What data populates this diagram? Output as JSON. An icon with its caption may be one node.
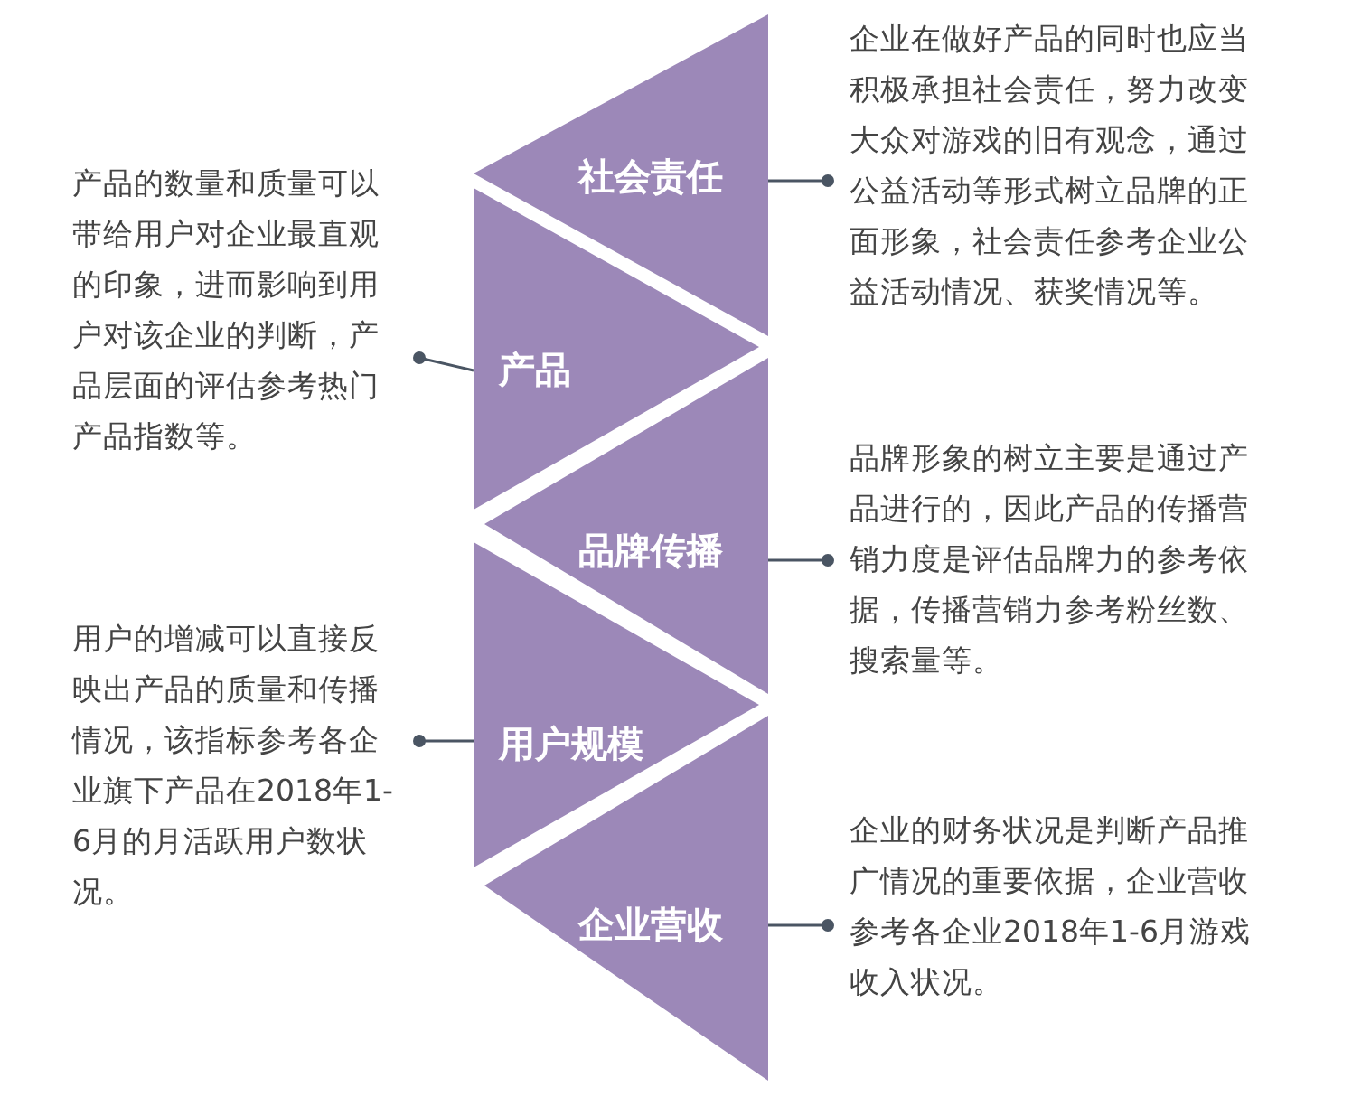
{
  "diagram": {
    "nodes": [
      {
        "text": [
          "社会责任"
        ]
      },
      {
        "text": [
          "产品"
        ]
      },
      {
        "text": [
          "品牌传播"
        ]
      },
      {
        "text": [
          "用户规模"
        ]
      },
      {
        "text": [
          "企业营收"
        ]
      },
      {
        "text": [
          "企业在做好产品的同时也应当积极承担社会责任，努力改变大众对游戏的旧有观念，通过公益活动等形式树立品牌的正面形象，社会责任参考企业公益活动情况、获奖情况等。"
        ]
      },
      {
        "text": [
          "产品的数量和质量可以带给用户对企业最直观的印象，进而影响到用户对该企业的判断，产品层面的评估参考热门产品指数等。"
        ]
      },
      {
        "text": [
          "品牌形象的树立主要是通过产品进行的，因此产品的传播营销力度是评估品牌力的参考依据，传播营销力参考粉丝数、搜索量等。"
        ]
      },
      {
        "text": [
          "用户的增减可以直接反映出产品的质量和传播情况，该指标参考各企业旗下产品在2018年1-6月的月活跃用户数状况。"
        ]
      },
      {
        "text": [
          "企业的财务状况是判断产品推广情况的重要依据，企业营收参考各企业2018年1-6月游戏收入状况。"
        ]
      }
    ],
    "edges": [
      {
        "from": 5,
        "to": 0,
        "arrow": "other"
      },
      {
        "from": 6,
        "to": 1,
        "arrow": "other"
      },
      {
        "from": 7,
        "to": 2,
        "arrow": "other"
      },
      {
        "from": 8,
        "to": 3,
        "arrow": "other"
      },
      {
        "from": 9,
        "to": 4,
        "arrow": "other"
      }
    ]
  }
}
